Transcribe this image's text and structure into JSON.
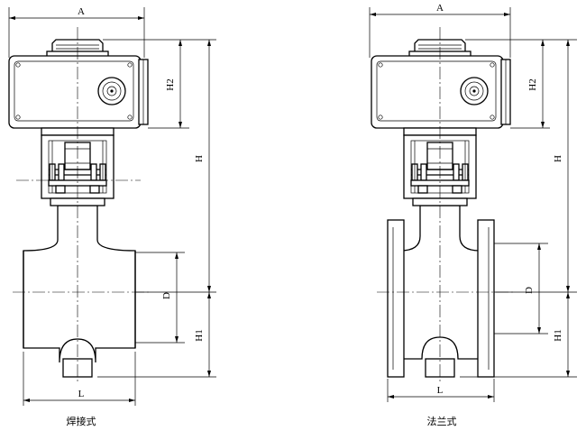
{
  "dimensions": {
    "width": "A",
    "overall_height": "H",
    "actuator_height": "H2",
    "bore": "D",
    "lower_height": "H1",
    "length": "L"
  },
  "views": {
    "welded": {
      "caption": "焊接式"
    },
    "flanged": {
      "caption": "法兰式"
    }
  }
}
